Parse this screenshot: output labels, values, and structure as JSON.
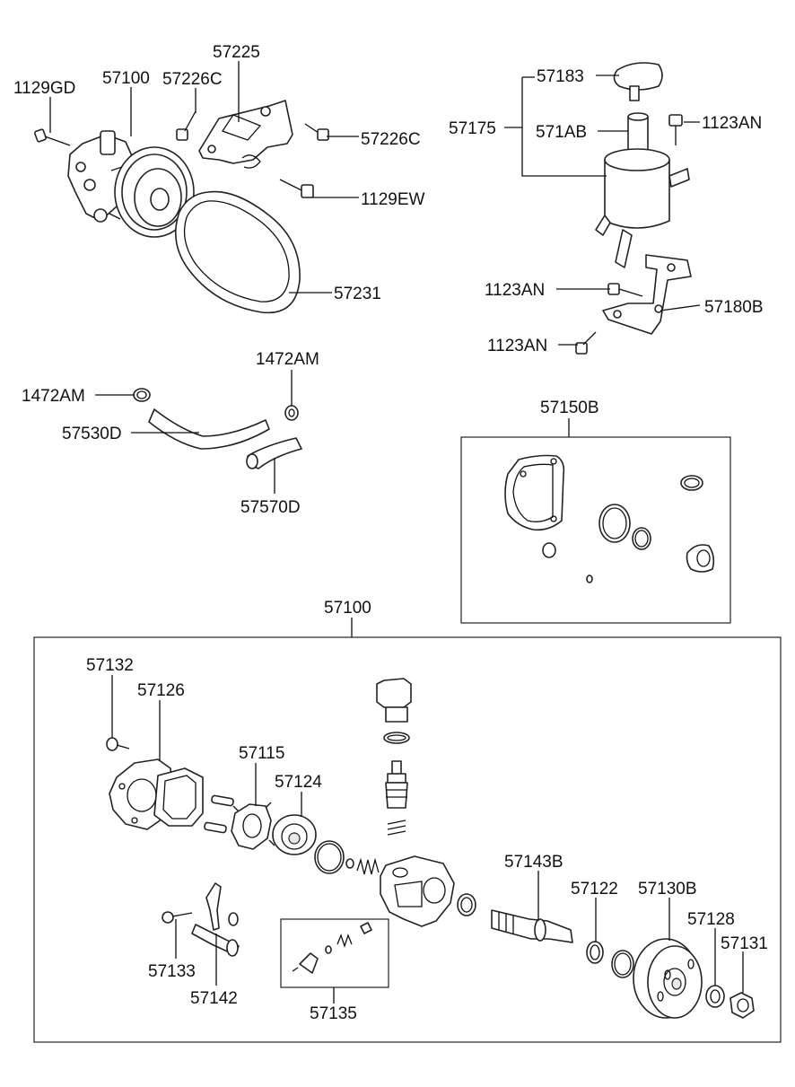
{
  "labels": {
    "p1129GD": "1129GD",
    "p57100_top": "57100",
    "p57226C_a": "57226C",
    "p57225": "57225",
    "p57226C_b": "57226C",
    "p1129EW": "1129EW",
    "p57231": "57231",
    "p57183": "57183",
    "p57175": "57175",
    "p571AB": "571AB",
    "p1123AN_a": "1123AN",
    "p1123AN_b": "1123AN",
    "p57180B": "57180B",
    "p1123AN_c": "1123AN",
    "p1472AM_a": "1472AM",
    "p1472AM_b": "1472AM",
    "p57530D": "57530D",
    "p57570D": "57570D",
    "p57150B": "57150B",
    "p57100_box": "57100",
    "p57132": "57132",
    "p57126": "57126",
    "p57115": "57115",
    "p57124": "57124",
    "p57143B": "57143B",
    "p57122": "57122",
    "p57130B": "57130B",
    "p57128": "57128",
    "p57131": "57131",
    "p57133": "57133",
    "p57142": "57142",
    "p57135": "57135"
  }
}
